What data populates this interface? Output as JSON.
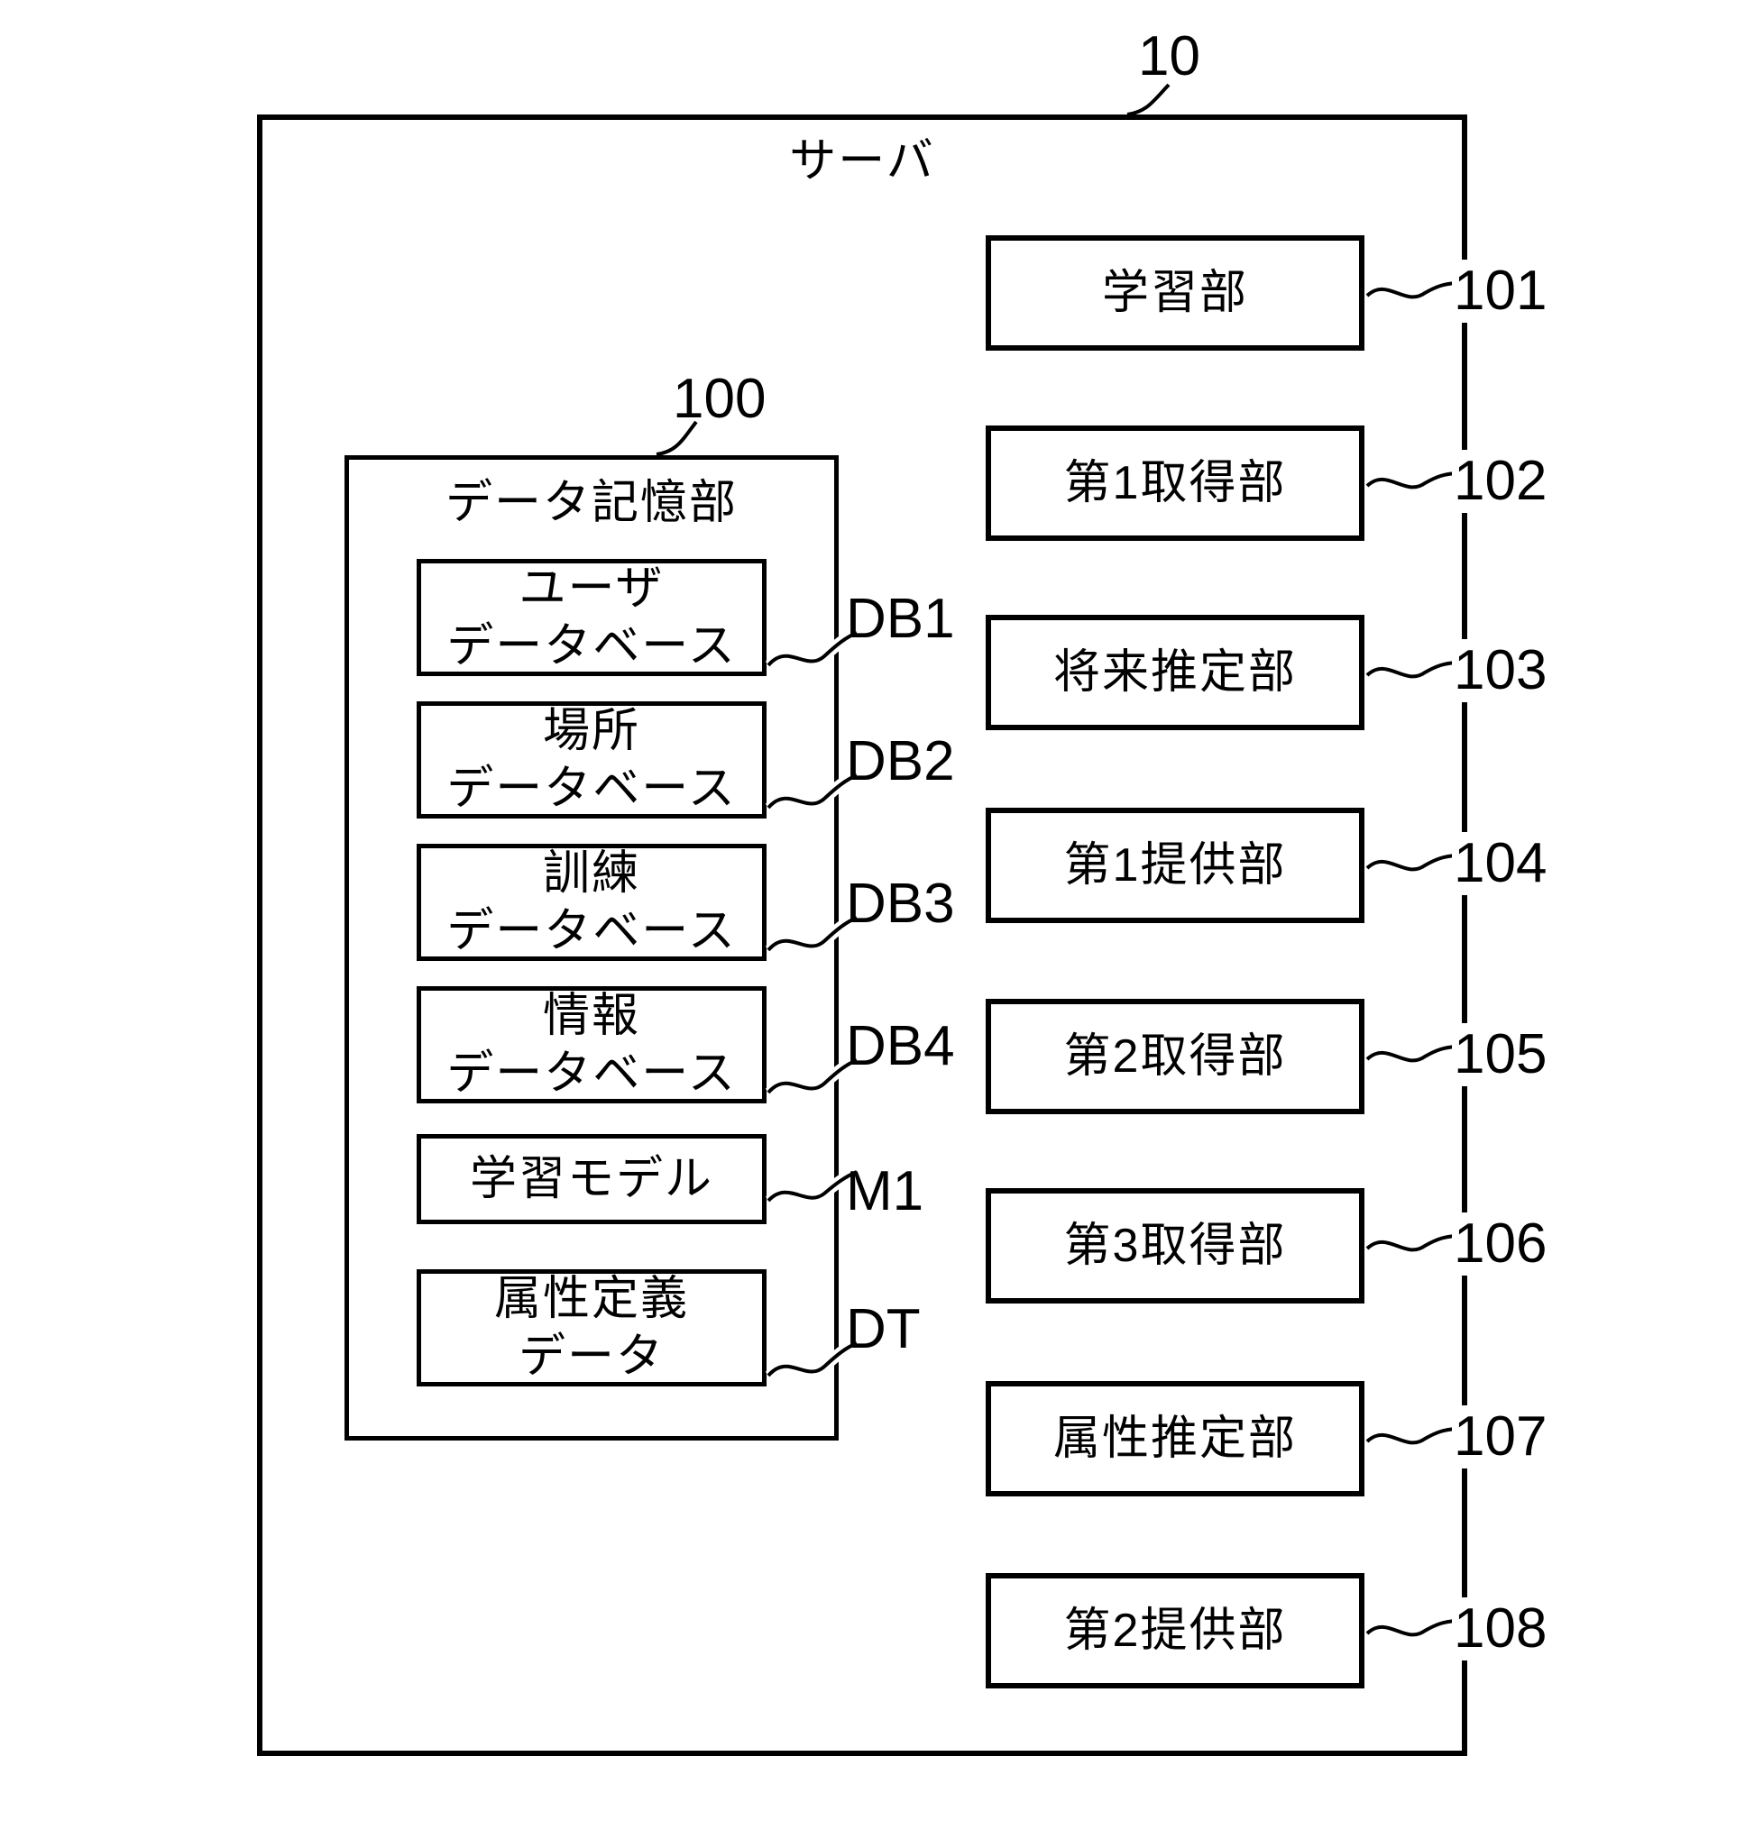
{
  "figure": {
    "outer_ref": "10",
    "server_title": "サーバ",
    "storage": {
      "ref": "100",
      "title": "データ記憶部",
      "items": [
        {
          "line1": "ユーザ",
          "line2": "データベース",
          "ref": "DB1"
        },
        {
          "line1": "場所",
          "line2": "データベース",
          "ref": "DB2"
        },
        {
          "line1": "訓練",
          "line2": "データベース",
          "ref": "DB3"
        },
        {
          "line1": "情報",
          "line2": "データベース",
          "ref": "DB4"
        },
        {
          "line1": "学習モデル",
          "line2": "",
          "ref": "M1"
        },
        {
          "line1": "属性定義",
          "line2": "データ",
          "ref": "DT"
        }
      ]
    },
    "modules": [
      {
        "label": "学習部",
        "ref": "101"
      },
      {
        "label": "第1取得部",
        "ref": "102"
      },
      {
        "label": "将来推定部",
        "ref": "103"
      },
      {
        "label": "第1提供部",
        "ref": "104"
      },
      {
        "label": "第2取得部",
        "ref": "105"
      },
      {
        "label": "第3取得部",
        "ref": "106"
      },
      {
        "label": "属性推定部",
        "ref": "107"
      },
      {
        "label": "第2提供部",
        "ref": "108"
      }
    ],
    "colors": {
      "line": "#000000",
      "background": "#ffffff"
    }
  }
}
